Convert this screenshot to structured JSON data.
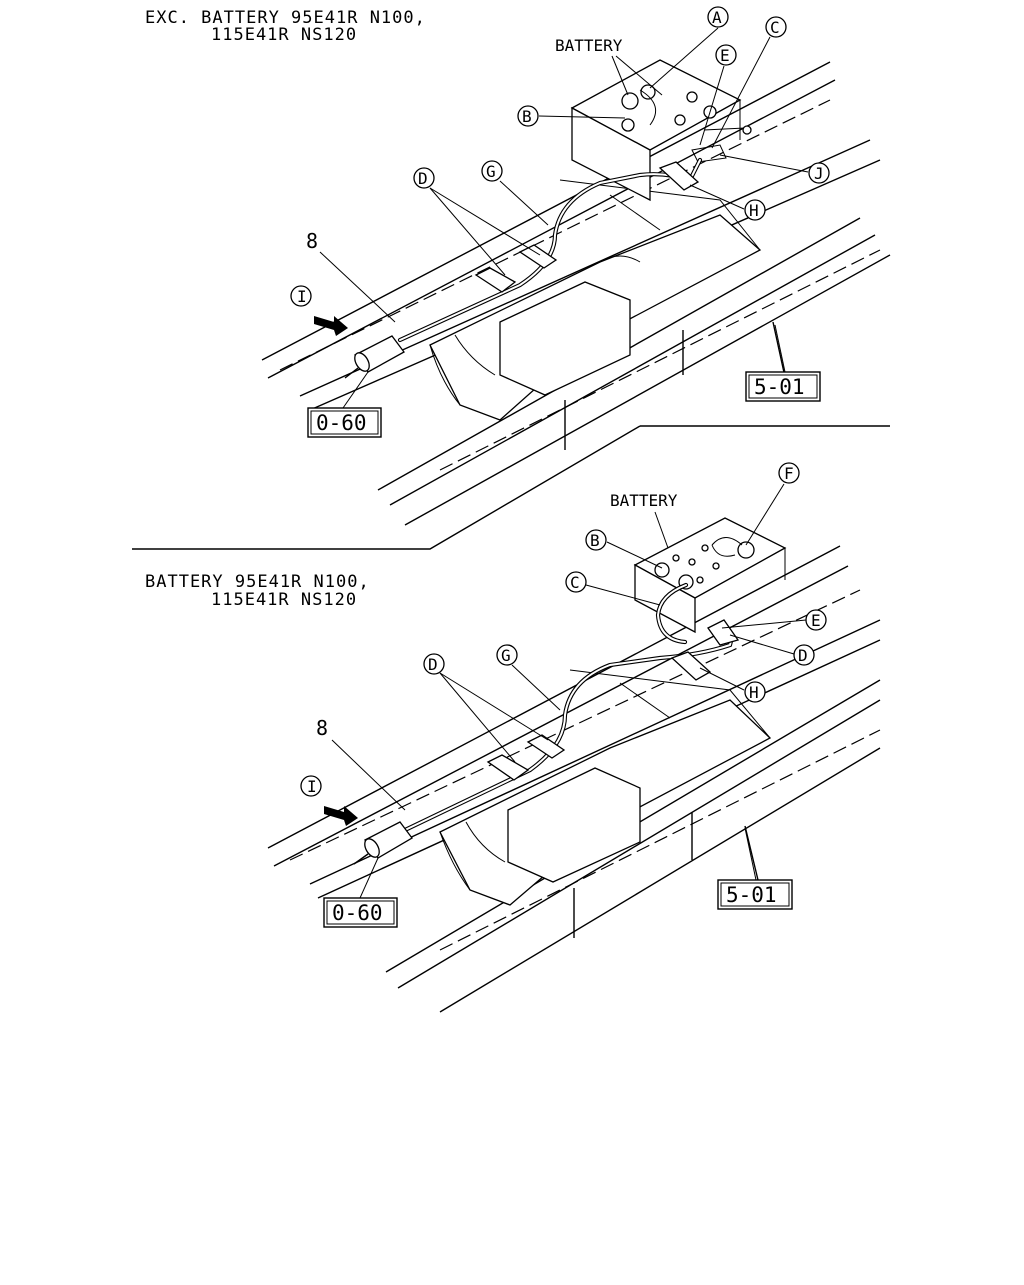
{
  "panel_top": {
    "heading_line1": "EXC. BATTERY 95E41R N100,",
    "heading_line2": "115E41R NS120",
    "battery_label": "BATTERY",
    "part_number": "8",
    "ref_left": "0-60",
    "ref_right": "5-01",
    "callouts": [
      "A",
      "B",
      "C",
      "D",
      "E",
      "G",
      "H",
      "I",
      "J"
    ]
  },
  "panel_bottom": {
    "heading_line1": "BATTERY 95E41R N100,",
    "heading_line2": "115E41R NS120",
    "battery_label": "BATTERY",
    "part_number": "8",
    "ref_left": "0-60",
    "ref_right": "5-01",
    "callouts": [
      "B",
      "C",
      "D",
      "D",
      "E",
      "F",
      "G",
      "H",
      "I"
    ]
  },
  "colors": {
    "ink": "#000000",
    "paper": "#ffffff"
  },
  "icons": [
    "arrow-icon",
    "cable-connector-icon"
  ]
}
